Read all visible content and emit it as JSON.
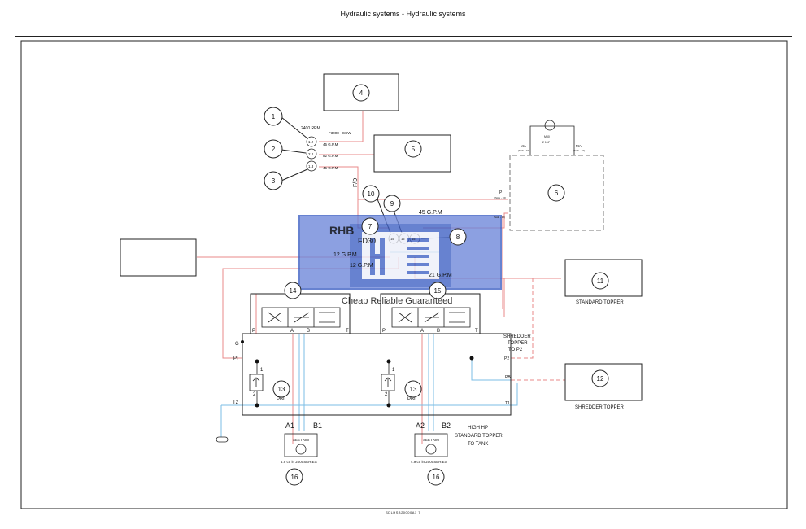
{
  "page": {
    "header_title": "Hydraulic systems - Hydraulic systems",
    "footer_code": "SDLHSB20000A1   7"
  },
  "callouts": [
    "1",
    "2",
    "3",
    "4",
    "5",
    "6",
    "7",
    "8",
    "9",
    "10",
    "11",
    "12",
    "13",
    "14",
    "15",
    "16"
  ],
  "pump": {
    "rpm": "2400 RPM",
    "rotation": "F3008 - CCW",
    "sections": [
      "1.2",
      "2.2",
      "1.3"
    ],
    "flows": [
      "45 G.P.M",
      "82 G.P.M",
      "45 G.P.M"
    ]
  },
  "motor6": {
    "ma_left": "MA",
    "ma_right": "MA",
    "port_small_left": "(SAE - 16)",
    "port_small_right": "(SAE - 16)",
    "inner_small_a": "M50",
    "inner_small_b": "2 1/4\"",
    "port_p": "P",
    "port_p_size": "(SAE - 16)",
    "port_size_lower": "(SAE - 16)"
  },
  "flow_divider": {
    "fd_label": "FD30",
    "fd_vertical": "F/D",
    "line_45": "45 G.P.M",
    "line_12a": "12 G.P.M",
    "line_12b": "12 G.P.M",
    "line_21": "21 G.P.M",
    "ports": [
      "15",
      "15",
      "15"
    ]
  },
  "valve_block": {
    "ports_left": {
      "g": "G",
      "pi": "PI",
      "t2": "T2",
      "p": "P",
      "a": "A",
      "b": "B",
      "t": "T"
    },
    "ports_right": {
      "p": "P",
      "a": "A",
      "b": "B",
      "t": "T",
      "p2": "P2",
      "pb": "PB",
      "t1": "T1"
    },
    "relief_left_1": "1",
    "relief_left_2": "2",
    "relief_left_label": "PBI",
    "relief_right_1": "1",
    "relief_right_2": "2",
    "relief_right_label": "PBI"
  },
  "outputs": {
    "a1": "A1",
    "b1": "B1",
    "a2": "A2",
    "b2": "B2",
    "motor_left_title": "SEETRIM",
    "motor_left_spec": "4.9 cu in 2000SERIES",
    "motor_right_title": "SEETRIM",
    "motor_right_spec": "4.9 cu in 2000SERIES"
  },
  "labels": {
    "standard_topper": "STANDARD TOPPER",
    "shredder_topper": "SHREDDER TOPPER",
    "shredder_to_p2_l1": "SHREDDER",
    "shredder_to_p2_l2": "TOPPER",
    "shredder_to_p2_l3": "TO P2",
    "high_hp_l1": "HIGH HP",
    "high_hp_l2": "STANDARD TOPPER",
    "high_hp_l3": "TO TANK"
  },
  "watermark": {
    "brand": "RHB",
    "tagline": "Cheap Reliable Guaranteed"
  },
  "colors": {
    "pressure_line": "#e88a8a",
    "return_line": "#7bbde6",
    "watermark": "#3d5fc4",
    "outline": "#222222"
  }
}
